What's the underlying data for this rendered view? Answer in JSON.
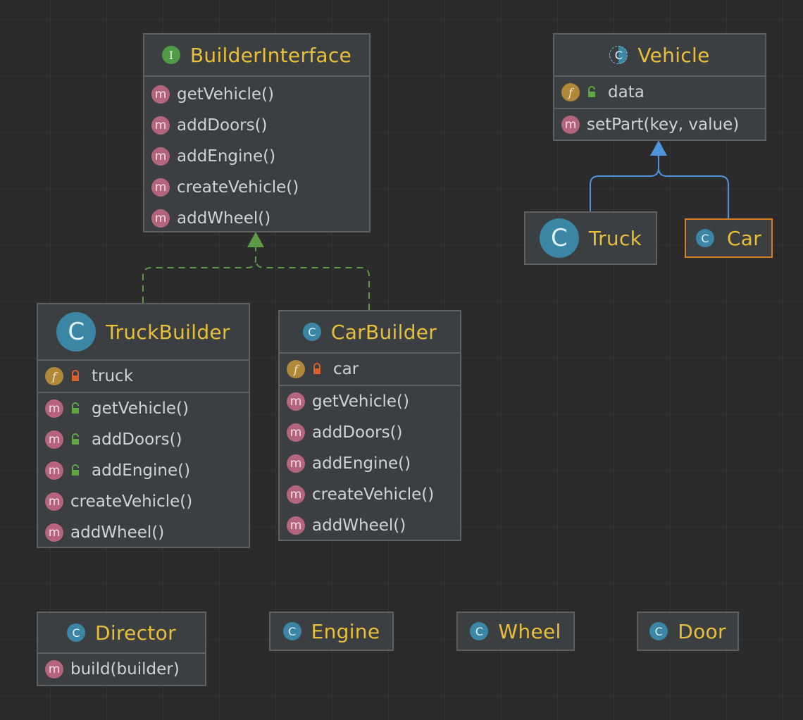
{
  "colors": {
    "background": "#2b2b2b",
    "node_background": "#3c3f41",
    "node_border": "#5e6163",
    "selected_border": "#d57d26",
    "title": "#e8bf39",
    "member_text": "#d0d3d6",
    "method_badge": "#b5647e",
    "field_badge": "#b0883a",
    "class_badge": "#3a86a4",
    "interface_badge": "#4f9a45",
    "inheritance_arrow": "#4f95dd",
    "implementation_arrow": "#5d9a45"
  },
  "nodes": {
    "builder_interface": {
      "kind": "interface",
      "badge_letter": "I",
      "title": "BuilderInterface",
      "methods": [
        "getVehicle()",
        "addDoors()",
        "addEngine()",
        "createVehicle()",
        "addWheel()"
      ]
    },
    "vehicle": {
      "kind": "abstract-class",
      "badge_letter": "C",
      "title": "Vehicle",
      "fields": [
        {
          "name": "data",
          "visibility": "public"
        }
      ],
      "methods": [
        "setPart(key, value)"
      ]
    },
    "truck": {
      "kind": "class",
      "badge_letter": "C",
      "title": "Truck"
    },
    "car": {
      "kind": "class",
      "badge_letter": "C",
      "title": "Car",
      "selected": true
    },
    "truck_builder": {
      "kind": "class",
      "badge_letter": "C",
      "title": "TruckBuilder",
      "fields": [
        {
          "name": "truck",
          "visibility": "private"
        }
      ],
      "methods": [
        "getVehicle()",
        "addDoors()",
        "addEngine()",
        "createVehicle()",
        "addWheel()"
      ],
      "method_visibility": [
        "public",
        "public",
        "public",
        "",
        ""
      ]
    },
    "car_builder": {
      "kind": "class",
      "badge_letter": "C",
      "title": "CarBuilder",
      "fields": [
        {
          "name": "car",
          "visibility": "private"
        }
      ],
      "methods": [
        "getVehicle()",
        "addDoors()",
        "addEngine()",
        "createVehicle()",
        "addWheel()"
      ]
    },
    "director": {
      "kind": "class",
      "badge_letter": "C",
      "title": "Director",
      "methods": [
        "build(builder)"
      ]
    },
    "engine": {
      "kind": "class",
      "badge_letter": "C",
      "title": "Engine"
    },
    "wheel": {
      "kind": "class",
      "badge_letter": "C",
      "title": "Wheel"
    },
    "door": {
      "kind": "class",
      "badge_letter": "C",
      "title": "Door"
    }
  },
  "badges": {
    "method": "m",
    "field": "f"
  },
  "relations": [
    {
      "from": "truck",
      "to": "vehicle",
      "type": "inheritance"
    },
    {
      "from": "car",
      "to": "vehicle",
      "type": "inheritance"
    },
    {
      "from": "truck_builder",
      "to": "builder_interface",
      "type": "implementation"
    },
    {
      "from": "car_builder",
      "to": "builder_interface",
      "type": "implementation"
    }
  ]
}
